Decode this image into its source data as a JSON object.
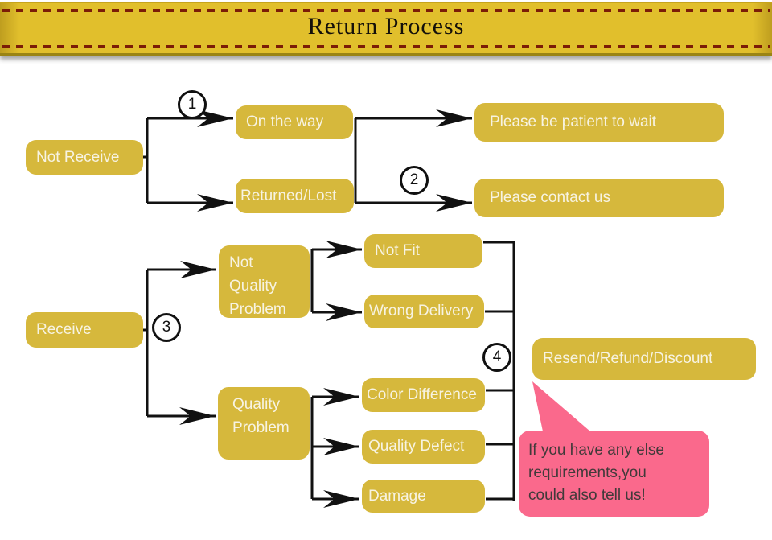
{
  "header": {
    "title": "Return Process"
  },
  "nodes": {
    "not_receive": "Not Receive",
    "on_the_way": "On the way",
    "returned_lost": "Returned/Lost",
    "please_wait": "Please be patient to wait",
    "please_contact": "Please contact us",
    "receive": "Receive",
    "not_quality_problem": "Not Quality Problem",
    "not_fit": "Not Fit",
    "wrong_delivery": "Wrong Delivery",
    "quality_problem": "Quality Problem",
    "color_difference": "Color Difference",
    "quality_defect": "Quality Defect",
    "damage": "Damage",
    "resend": "Resend/Refund/Discount"
  },
  "steps": {
    "s1": "1",
    "s2": "2",
    "s3": "3",
    "s4": "4"
  },
  "bubble": {
    "line1": "If you have any else",
    "line2": "requirements,you",
    "line3": "could also tell us!"
  },
  "colors": {
    "ribbon_gold": "#e1bf2c",
    "ribbon_dash": "#7b1c07",
    "node_gold": "#d6b83c",
    "node_text": "#f7f3e2",
    "connector": "#111111",
    "bubble_pink": "#fa698c",
    "bubble_text": "#413a3a"
  }
}
